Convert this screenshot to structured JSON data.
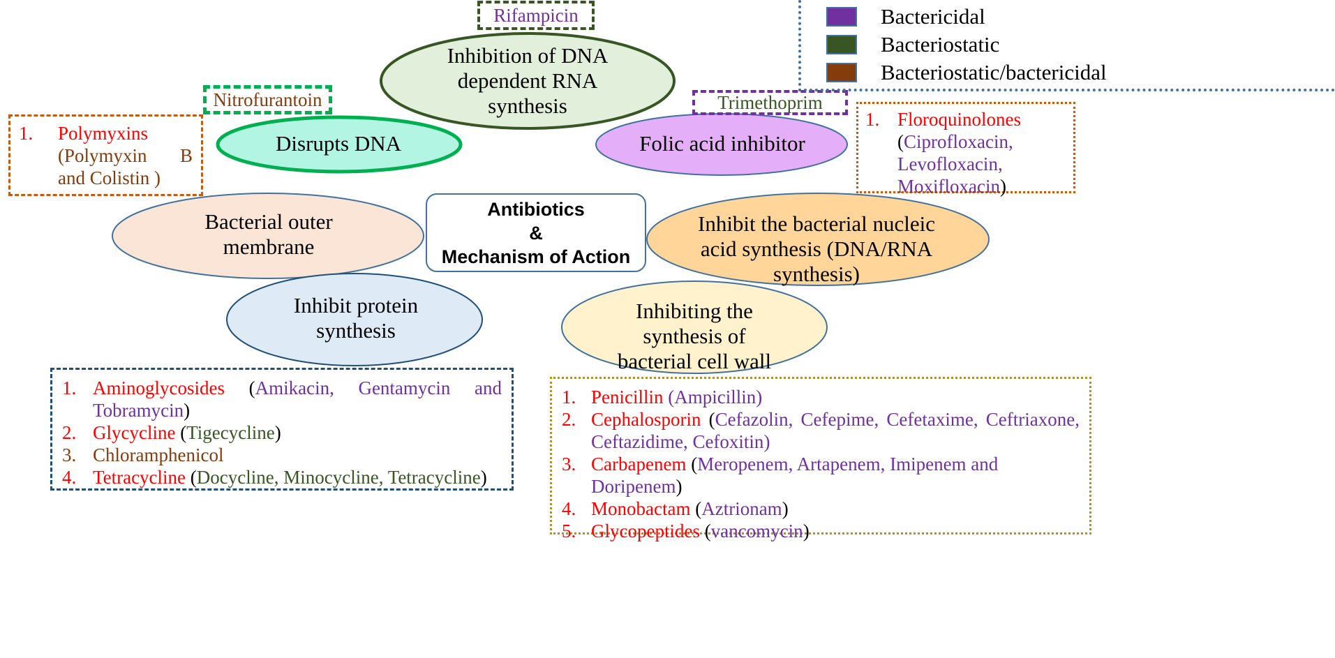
{
  "center": {
    "line1": "Antibiotics",
    "line2": "&",
    "line3": "Mechanism of Action"
  },
  "legend": {
    "items": [
      {
        "label": "Bactericidal",
        "color": "#7030a0"
      },
      {
        "label": "Bacteriostatic",
        "color": "#375623"
      },
      {
        "label": "Bacteriostatic/bactericidal",
        "color": "#843c0c"
      }
    ]
  },
  "mechanisms": {
    "rna": {
      "line1": "Inhibition of DNA",
      "line2": "dependent RNA",
      "line3": "synthesis",
      "fill": "#e2efda",
      "stroke": "#375623"
    },
    "dna": {
      "line1": "Disrupts DNA",
      "fill": "#b3f5e3",
      "stroke": "#00b050"
    },
    "folic": {
      "line1": "Folic acid inhibitor",
      "fill": "#e4aef9",
      "stroke": "#41719c"
    },
    "outer": {
      "line1": "Bacterial outer",
      "line2": "membrane",
      "fill": "#fbe5d6",
      "stroke": "#41719c"
    },
    "nucleic": {
      "line1": "Inhibit the bacterial nucleic",
      "line2": "acid synthesis (DNA/RNA",
      "line3": "synthesis)",
      "fill": "#ffd59a",
      "stroke": "#41719c"
    },
    "protein": {
      "line1": "Inhibit protein",
      "line2": "synthesis",
      "fill": "#deebf7",
      "stroke": "#1f4e79"
    },
    "cellwall": {
      "line1": "Inhibiting the",
      "line2": "synthesis of",
      "line3": "bacterial cell wall",
      "fill": "#fff2cc",
      "stroke": "#41719c"
    }
  },
  "tags": {
    "rifampicin": "Rifampicin",
    "nitrofurantoin": "Nitrofurantoin",
    "trimethoprim": "Trimethoprim"
  },
  "lists": {
    "polymyxins": [
      {
        "num": "1.",
        "class": "Polymyxins",
        "detail": "(Polymyxin B and Colistin )"
      }
    ],
    "fluoroquinolones": [
      {
        "num": "1.",
        "class": "Floroquinolones",
        "open": "(",
        "drugs": "Ciprofloxacin, Levofloxacin, Moxifloxacin",
        "close": ")"
      }
    ],
    "protein": [
      {
        "num": "1.",
        "class": "Aminoglycosides",
        "open": " (",
        "drugs": "Amikacin, Gentamycin and Tobramycin",
        "close": ")"
      },
      {
        "num": "2.",
        "class": "Glycycline",
        "open": " (",
        "drugs": "Tigecycline",
        "close": ")"
      },
      {
        "num": "3.",
        "class": "Chloramphenicol"
      },
      {
        "num": "4.",
        "class": "Tetracycline",
        "open": " (",
        "drugs": "Docycline, Minocycline, Tetracycline",
        "close": ")"
      }
    ],
    "cellwall": [
      {
        "num": "1.",
        "class": "Penicillin",
        "open": " (",
        "drugs": "Ampicillin",
        "close": ")"
      },
      {
        "num": "2.",
        "class": "Cephalosporin",
        "open": " (",
        "drugs": "Cefazolin, Cefepime, Cefetaxime, Ceftriaxone, Ceftazidime, Cefoxitin",
        "close": ")"
      },
      {
        "num": "3.",
        "class": "Carbapenem",
        "open": " (",
        "drugs": "Meropenem, Artapenem, Imipenem and Doripenem",
        "close": ")"
      },
      {
        "num": "4.",
        "class": "Monobactam",
        "open": " (",
        "drugs": "Aztrionam",
        "close": ")"
      },
      {
        "num": "5.",
        "class": "Glycopeptides",
        "open": " (",
        "drugs": "vancomycin",
        "close": ")"
      }
    ]
  }
}
